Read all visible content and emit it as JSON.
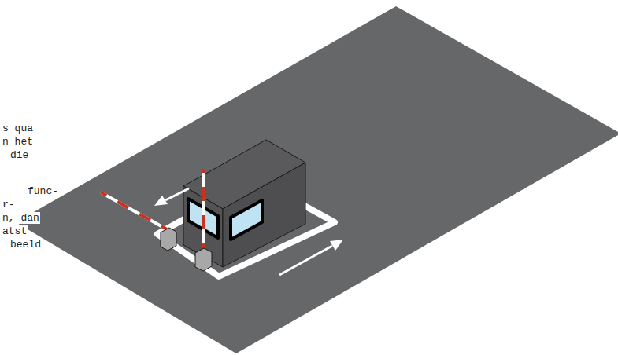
{
  "diagram": {
    "labels": [
      "s qua",
      "n het",
      "die",
      "func-",
      "r-",
      "n, dan",
      "atst",
      "beeld"
    ]
  }
}
